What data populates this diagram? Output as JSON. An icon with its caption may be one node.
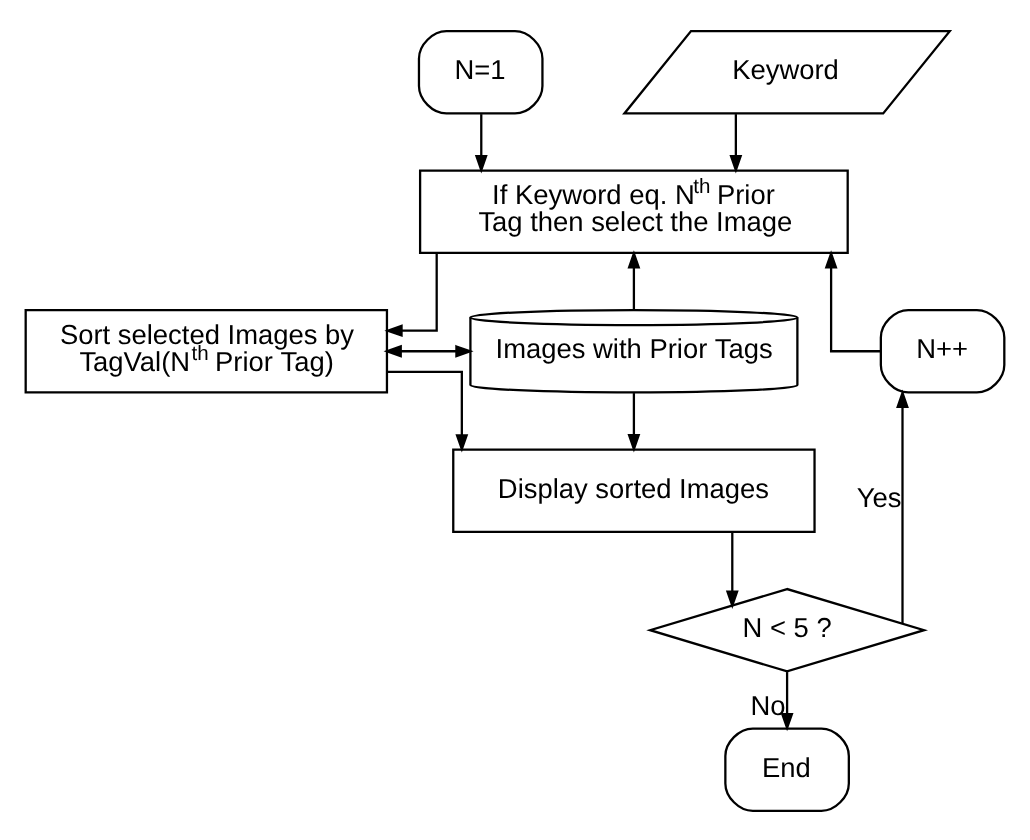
{
  "diagram": {
    "nodes": [
      {
        "text": [
          "Keyword"
        ]
      },
      {
        "text": [
          "N=1"
        ]
      },
      {
        "text": [
          "If Keyword eq. N$^{th}$ Prior Tag then select the Image"
        ]
      },
      {
        "text": [
          "Sort selected Images by TagVal(N$^{th}$ Prior Tag)"
        ]
      },
      {
        "text": [
          "Images with Prior Tags"
        ]
      },
      {
        "text": [
          "N++"
        ]
      },
      {
        "text": [
          "Display sorted Images"
        ]
      },
      {
        "text": [
          "N < 5 ?"
        ]
      },
      {
        "text": [
          "End"
        ]
      }
    ],
    "edges": [
      {
        "from": 0,
        "to": 2,
        "arrow": "to"
      },
      {
        "from": 1,
        "to": 2,
        "arrow": "to"
      },
      {
        "from": 5,
        "to": 2,
        "arrow": "to"
      },
      {
        "from": 4,
        "to": 2,
        "arrow": "to"
      },
      {
        "from": 2,
        "to": 3,
        "arrow": "to"
      },
      {
        "from": 3,
        "to": 4,
        "arrow": "both"
      },
      {
        "from": 4,
        "to": 6,
        "arrow": "to"
      },
      {
        "from": 3,
        "to": 6,
        "arrow": "to"
      },
      {
        "from": 6,
        "to": 7,
        "arrow": "to"
      },
      {
        "from": 7,
        "to": 5,
        "arrow": "to",
        "label": "Yes"
      },
      {
        "from": 7,
        "to": 8,
        "arrow": "to",
        "label": "No"
      }
    ]
  }
}
